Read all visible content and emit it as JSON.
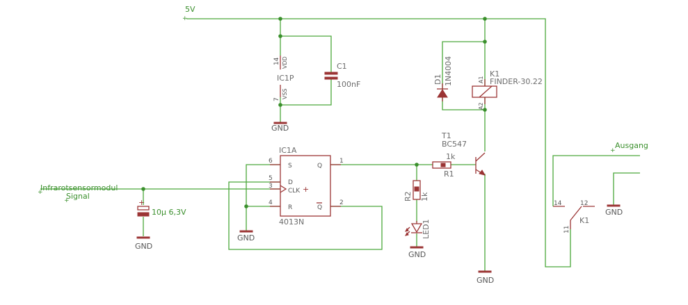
{
  "nets": {
    "vcc": "5V",
    "ausgang": "Ausgang",
    "ir_line1": "Infrarotsensormodul",
    "ir_line2": "Signal"
  },
  "gnd": "GND",
  "ic1a": {
    "name": "IC1A",
    "part": "4013N",
    "pins": {
      "S": "S",
      "D": "D",
      "CLK": "CLK",
      "R": "R",
      "Q": "Q",
      "QN": "Q"
    },
    "pin_numbers": [
      "6",
      "5",
      "3",
      "4",
      "1",
      "2"
    ]
  },
  "ic1p": {
    "name": "IC1P",
    "vdd": "VDD",
    "vss": "VSS",
    "pin14": "14",
    "pin7": "7"
  },
  "c1": {
    "name": "C1",
    "value": "100nF"
  },
  "cap_ir": {
    "value": "10µ 6,3V"
  },
  "r1": {
    "name": "R1",
    "value": "1k"
  },
  "r2": {
    "name": "R2",
    "value": "1k"
  },
  "led1": {
    "name": "LED1"
  },
  "d1": {
    "name": "D1",
    "value": "1N4004"
  },
  "t1": {
    "name": "T1",
    "value": "BC547"
  },
  "k1_coil": {
    "name": "K1",
    "value": "FINDER-30.22",
    "pin_a1": "A1",
    "pin_a2": "A2"
  },
  "k1_contact": {
    "name": "K1",
    "pin14": "14",
    "pin12": "12",
    "pin11": "11"
  }
}
